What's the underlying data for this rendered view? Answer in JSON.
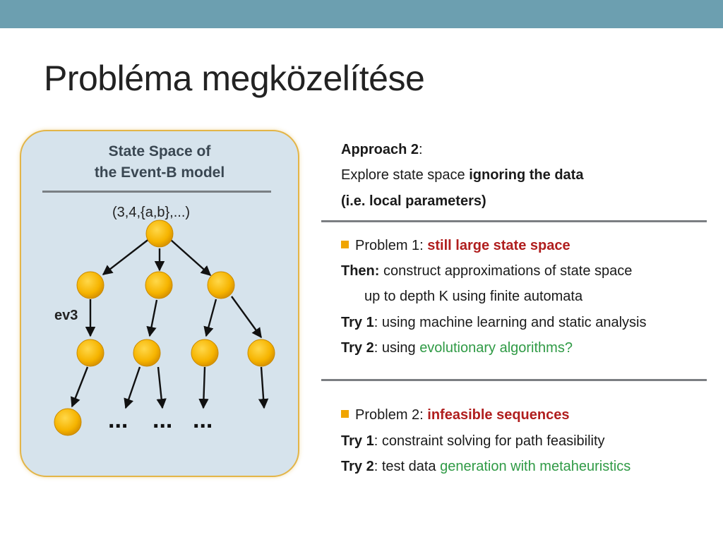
{
  "slide": {
    "title": "Probléma megközelítése",
    "colors": {
      "top_bar": "#6c9fb0",
      "accent_red": "#b01e1e",
      "accent_green": "#2f9a45",
      "bullet": "#f0a500",
      "node": "#f6b400"
    }
  },
  "diagram": {
    "title_line1": "State Space of",
    "title_line2": "the Event-B model",
    "state_label": "(3,4,{a,b},...)",
    "event_label": "ev3",
    "ellipses": [
      "...",
      "...",
      "..."
    ]
  },
  "approach": {
    "label": "Approach 2",
    "colon": ":",
    "line2_plain": "Explore state space ",
    "line2_bold": "ignoring the data",
    "line3": "(i.e. local parameters)"
  },
  "problem1": {
    "label": "Problem 1: ",
    "highlight": "still large state space",
    "then_label": "Then:",
    "then_text": " construct approximations of state space",
    "then_text2": "up to depth K using finite automata",
    "try1_label": "Try 1",
    "try1_text": ": using machine learning and static analysis",
    "try2_label": "Try 2",
    "try2_text": ": using ",
    "try2_highlight": "evolutionary algorithms?"
  },
  "problem2": {
    "label": "Problem 2: ",
    "highlight": "infeasible sequences",
    "try1_label": "Try 1",
    "try1_text": ": constraint solving for path feasibility",
    "try2_label": "Try 2",
    "try2_text": ": test data ",
    "try2_highlight": "generation with metaheuristics"
  }
}
